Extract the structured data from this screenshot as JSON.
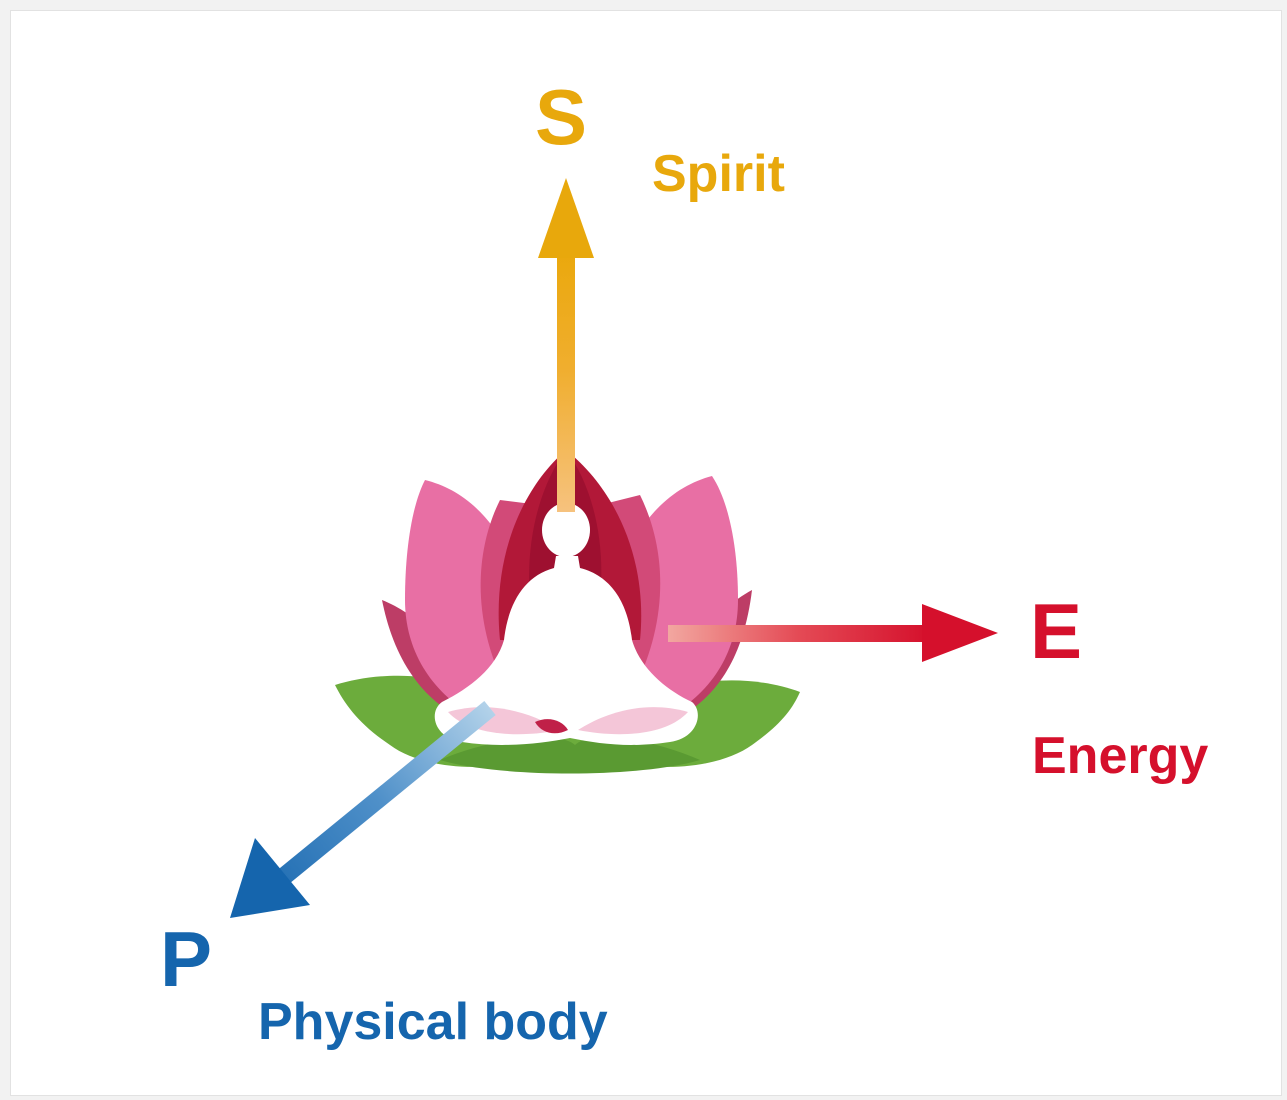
{
  "axes": {
    "spirit": {
      "letter": "S",
      "label": "Spirit",
      "color": "#e8a80c"
    },
    "energy": {
      "letter": "E",
      "label": "Energy",
      "color": "#d5102c"
    },
    "physical": {
      "letter": "P",
      "label": "Physical body",
      "color": "#1565ad"
    }
  },
  "icons": [
    "lotus-icon",
    "meditating-person-icon"
  ],
  "colors": {
    "petal_pink": "#e96fa4",
    "petal_dark": "#c02048",
    "leaf_green": "#6cac3c"
  }
}
